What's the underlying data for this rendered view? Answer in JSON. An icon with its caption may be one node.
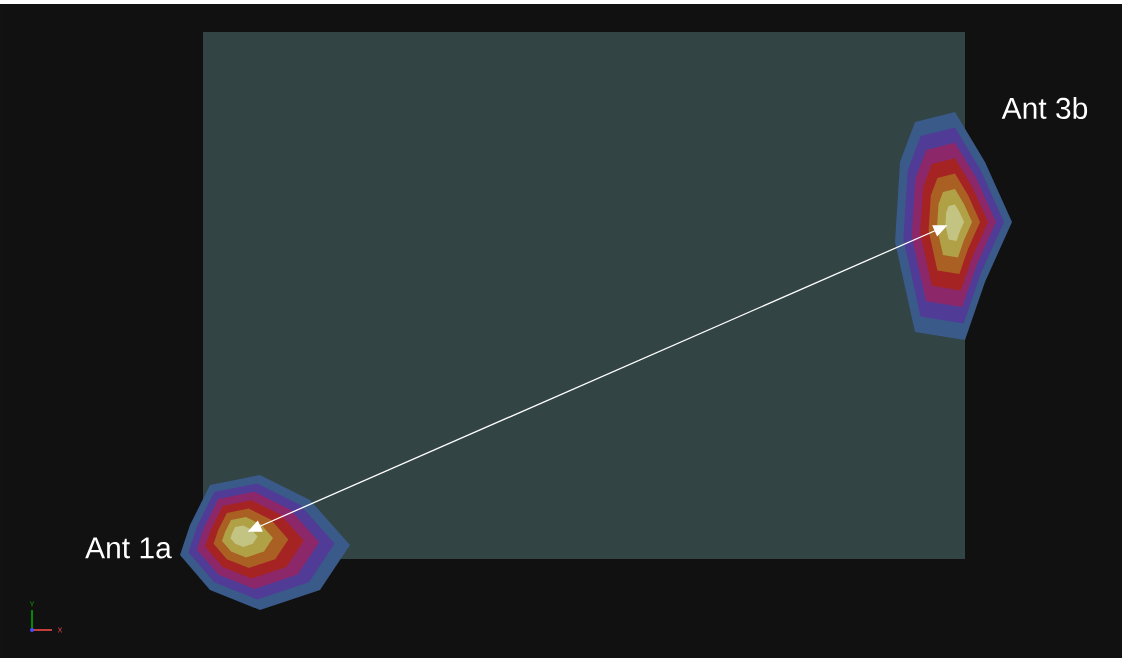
{
  "diagram": {
    "nodes": [
      {
        "text": [],
        "shape": "picture",
        "beside": [
          "Ant 1a"
        ]
      },
      {
        "text": [],
        "shape": "picture",
        "beside": [
          "Ant 3b"
        ]
      }
    ],
    "edges": [
      {
        "from": 0,
        "to": 1,
        "arrow": "both"
      }
    ],
    "labels": [
      "Y",
      "X"
    ]
  }
}
